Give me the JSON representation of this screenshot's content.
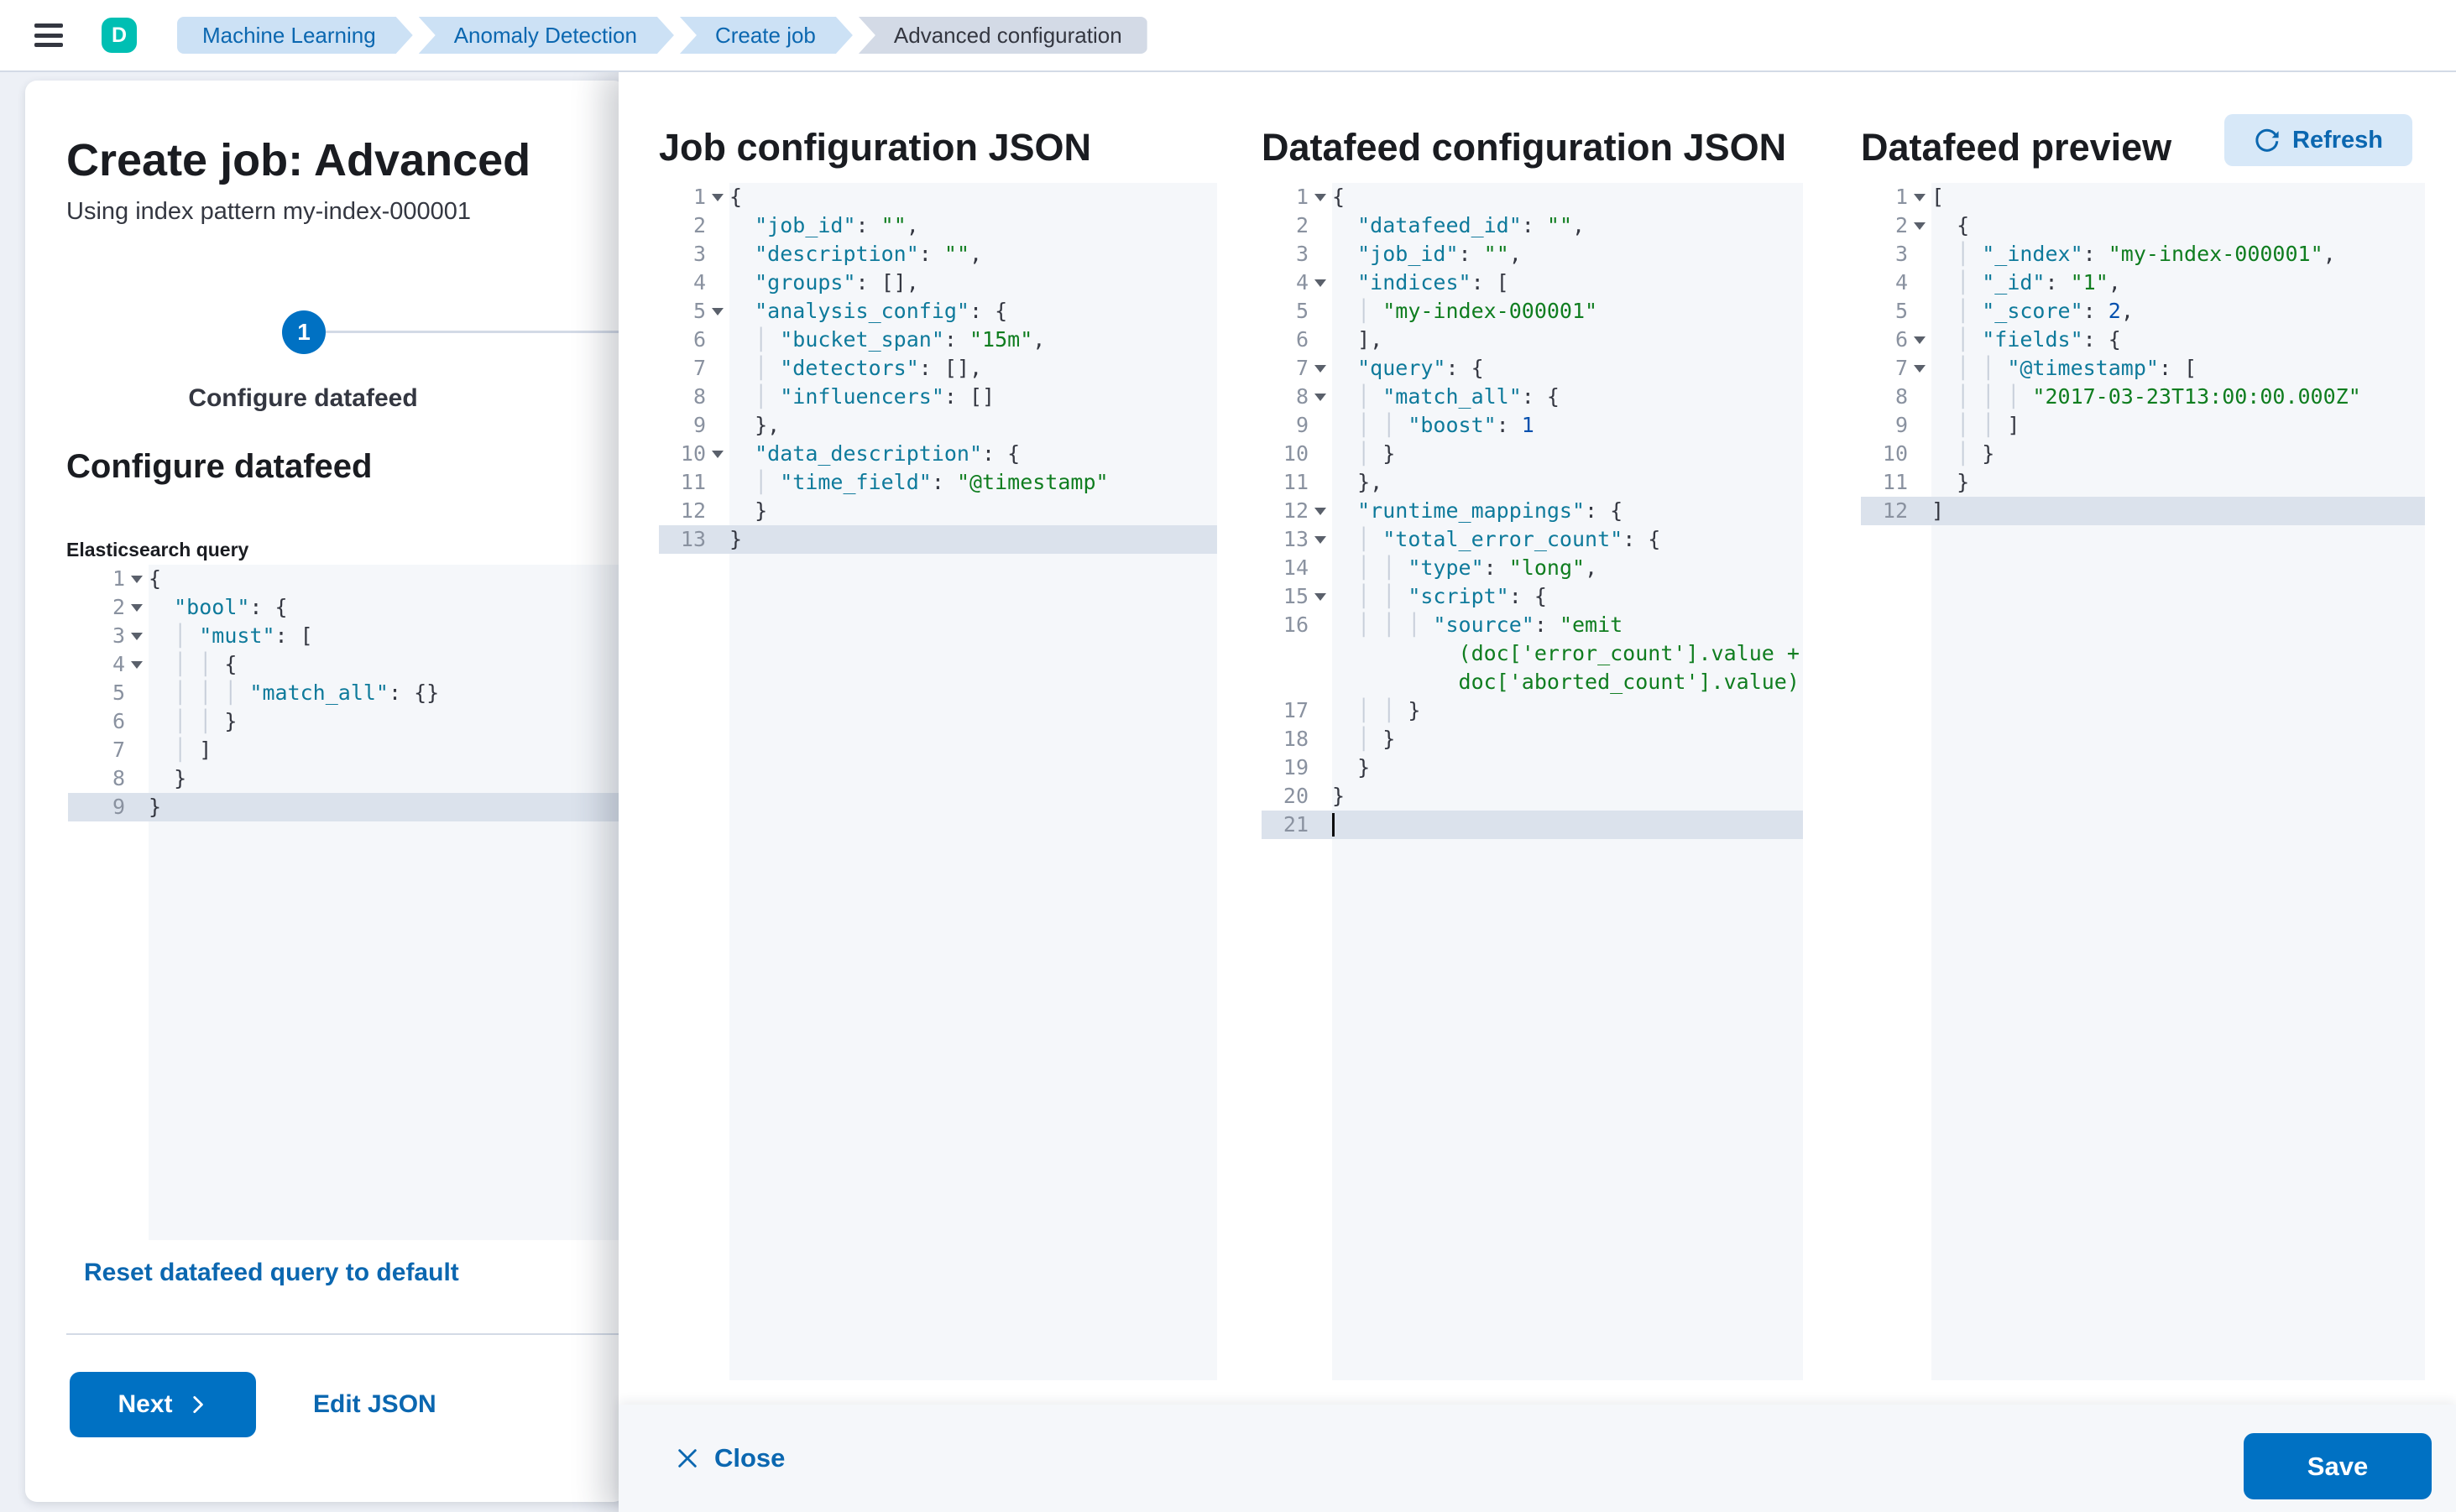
{
  "topbar": {
    "avatar_initial": "D",
    "breadcrumbs": [
      {
        "label": "Machine Learning"
      },
      {
        "label": "Anomaly Detection"
      },
      {
        "label": "Create job"
      },
      {
        "label": "Advanced configuration"
      }
    ]
  },
  "wizard": {
    "title": "Create job: Advanced",
    "subtitle": "Using index pattern my-index-000001",
    "step_number": "1",
    "step_label": "Configure datafeed",
    "section_heading": "Configure datafeed",
    "query_label": "Elasticsearch query",
    "reset_link": "Reset datafeed query to default",
    "next_button": "Next",
    "edit_json_link": "Edit JSON"
  },
  "flyout": {
    "columns": [
      {
        "heading": "Job configuration JSON"
      },
      {
        "heading": "Datafeed configuration JSON"
      },
      {
        "heading": "Datafeed preview",
        "refresh_button": "Refresh"
      }
    ],
    "close_button": "Close",
    "save_button": "Save"
  },
  "colors": {
    "primary": "#0071c3",
    "link": "#0b67b0",
    "avatar": "#00bfb3",
    "key": "#0e7a9b",
    "str": "#0f7d1f",
    "num": "#0550ae",
    "active": "#dbe2ec",
    "edbg": "#f5f7fa",
    "crumbbg": "#cce1f5",
    "crumblast": "#d3dae6"
  },
  "editors": {
    "es_query": {
      "label": "Elasticsearch query",
      "active_line": 9,
      "lines": [
        {
          "n": 1,
          "fold": true,
          "segs": [
            [
              "p",
              "{"
            ]
          ]
        },
        {
          "n": 2,
          "fold": true,
          "segs": [
            [
              "g",
              "  "
            ],
            [
              "k",
              "\"bool\""
            ],
            [
              "p",
              ": {"
            ]
          ]
        },
        {
          "n": 3,
          "fold": true,
          "segs": [
            [
              "g",
              "  │ "
            ],
            [
              "k",
              "\"must\""
            ],
            [
              "p",
              ": ["
            ]
          ]
        },
        {
          "n": 4,
          "fold": true,
          "segs": [
            [
              "g",
              "  │ │ "
            ],
            [
              "p",
              "{"
            ]
          ]
        },
        {
          "n": 5,
          "segs": [
            [
              "g",
              "  │ │ │ "
            ],
            [
              "k",
              "\"match_all\""
            ],
            [
              "p",
              ": {}"
            ]
          ]
        },
        {
          "n": 6,
          "segs": [
            [
              "g",
              "  │ │ "
            ],
            [
              "p",
              "}"
            ]
          ]
        },
        {
          "n": 7,
          "segs": [
            [
              "g",
              "  │ "
            ],
            [
              "p",
              "]"
            ]
          ]
        },
        {
          "n": 8,
          "segs": [
            [
              "g",
              "  "
            ],
            [
              "p",
              "}"
            ]
          ]
        },
        {
          "n": 9,
          "active": true,
          "segs": [
            [
              "p",
              "}"
            ]
          ]
        }
      ]
    },
    "job_config": {
      "label": "Job configuration JSON",
      "active_line": 13,
      "lines": [
        {
          "n": 1,
          "fold": true,
          "segs": [
            [
              "p",
              "{"
            ]
          ]
        },
        {
          "n": 2,
          "segs": [
            [
              "g",
              "  "
            ],
            [
              "k",
              "\"job_id\""
            ],
            [
              "p",
              ": "
            ],
            [
              "s",
              "\"\""
            ],
            [
              "p",
              ","
            ]
          ]
        },
        {
          "n": 3,
          "segs": [
            [
              "g",
              "  "
            ],
            [
              "k",
              "\"description\""
            ],
            [
              "p",
              ": "
            ],
            [
              "s",
              "\"\""
            ],
            [
              "p",
              ","
            ]
          ]
        },
        {
          "n": 4,
          "segs": [
            [
              "g",
              "  "
            ],
            [
              "k",
              "\"groups\""
            ],
            [
              "p",
              ": [],"
            ]
          ]
        },
        {
          "n": 5,
          "fold": true,
          "segs": [
            [
              "g",
              "  "
            ],
            [
              "k",
              "\"analysis_config\""
            ],
            [
              "p",
              ": {"
            ]
          ]
        },
        {
          "n": 6,
          "segs": [
            [
              "g",
              "  │ "
            ],
            [
              "k",
              "\"bucket_span\""
            ],
            [
              "p",
              ": "
            ],
            [
              "s",
              "\"15m\""
            ],
            [
              "p",
              ","
            ]
          ]
        },
        {
          "n": 7,
          "segs": [
            [
              "g",
              "  │ "
            ],
            [
              "k",
              "\"detectors\""
            ],
            [
              "p",
              ": [],"
            ]
          ]
        },
        {
          "n": 8,
          "segs": [
            [
              "g",
              "  │ "
            ],
            [
              "k",
              "\"influencers\""
            ],
            [
              "p",
              ": []"
            ]
          ]
        },
        {
          "n": 9,
          "segs": [
            [
              "g",
              "  "
            ],
            [
              "p",
              "},"
            ]
          ]
        },
        {
          "n": 10,
          "fold": true,
          "segs": [
            [
              "g",
              "  "
            ],
            [
              "k",
              "\"data_description\""
            ],
            [
              "p",
              ": {"
            ]
          ]
        },
        {
          "n": 11,
          "segs": [
            [
              "g",
              "  │ "
            ],
            [
              "k",
              "\"time_field\""
            ],
            [
              "p",
              ": "
            ],
            [
              "s",
              "\"@timestamp\""
            ]
          ]
        },
        {
          "n": 12,
          "segs": [
            [
              "g",
              "  "
            ],
            [
              "p",
              "}"
            ]
          ]
        },
        {
          "n": 13,
          "active": true,
          "segs": [
            [
              "p",
              "}"
            ]
          ]
        }
      ]
    },
    "datafeed_config": {
      "label": "Datafeed configuration JSON",
      "active_line": 21,
      "lines": [
        {
          "n": 1,
          "fold": true,
          "segs": [
            [
              "p",
              "{"
            ]
          ]
        },
        {
          "n": 2,
          "segs": [
            [
              "g",
              "  "
            ],
            [
              "k",
              "\"datafeed_id\""
            ],
            [
              "p",
              ": "
            ],
            [
              "s",
              "\"\""
            ],
            [
              "p",
              ","
            ]
          ]
        },
        {
          "n": 3,
          "segs": [
            [
              "g",
              "  "
            ],
            [
              "k",
              "\"job_id\""
            ],
            [
              "p",
              ": "
            ],
            [
              "s",
              "\"\""
            ],
            [
              "p",
              ","
            ]
          ]
        },
        {
          "n": 4,
          "fold": true,
          "segs": [
            [
              "g",
              "  "
            ],
            [
              "k",
              "\"indices\""
            ],
            [
              "p",
              ": ["
            ]
          ]
        },
        {
          "n": 5,
          "segs": [
            [
              "g",
              "  │ "
            ],
            [
              "s",
              "\"my-index-000001\""
            ]
          ]
        },
        {
          "n": 6,
          "segs": [
            [
              "g",
              "  "
            ],
            [
              "p",
              "],"
            ]
          ]
        },
        {
          "n": 7,
          "fold": true,
          "segs": [
            [
              "g",
              "  "
            ],
            [
              "k",
              "\"query\""
            ],
            [
              "p",
              ": {"
            ]
          ]
        },
        {
          "n": 8,
          "fold": true,
          "segs": [
            [
              "g",
              "  │ "
            ],
            [
              "k",
              "\"match_all\""
            ],
            [
              "p",
              ": {"
            ]
          ]
        },
        {
          "n": 9,
          "segs": [
            [
              "g",
              "  │ │ "
            ],
            [
              "k",
              "\"boost\""
            ],
            [
              "p",
              ": "
            ],
            [
              "n",
              "1"
            ]
          ]
        },
        {
          "n": 10,
          "segs": [
            [
              "g",
              "  │ "
            ],
            [
              "p",
              "}"
            ]
          ]
        },
        {
          "n": 11,
          "segs": [
            [
              "g",
              "  "
            ],
            [
              "p",
              "},"
            ]
          ]
        },
        {
          "n": 12,
          "fold": true,
          "segs": [
            [
              "g",
              "  "
            ],
            [
              "k",
              "\"runtime_mappings\""
            ],
            [
              "p",
              ": {"
            ]
          ]
        },
        {
          "n": 13,
          "fold": true,
          "segs": [
            [
              "g",
              "  │ "
            ],
            [
              "k",
              "\"total_error_count\""
            ],
            [
              "p",
              ": {"
            ]
          ]
        },
        {
          "n": 14,
          "segs": [
            [
              "g",
              "  │ │ "
            ],
            [
              "k",
              "\"type\""
            ],
            [
              "p",
              ": "
            ],
            [
              "s",
              "\"long\""
            ],
            [
              "p",
              ","
            ]
          ]
        },
        {
          "n": 15,
          "fold": true,
          "segs": [
            [
              "g",
              "  │ │ "
            ],
            [
              "k",
              "\"script\""
            ],
            [
              "p",
              ": {"
            ]
          ]
        },
        {
          "n": 16,
          "segs": [
            [
              "g",
              "  │ │ │ "
            ],
            [
              "k",
              "\"source\""
            ],
            [
              "p",
              ": "
            ],
            [
              "s",
              "\"emit"
            ]
          ],
          "wraps": [
            [
              [
                "g",
                "          "
              ],
              [
                "s",
                "(doc['error_count'].value +"
              ]
            ],
            [
              [
                "g",
                "          "
              ],
              [
                "s",
                "doc['aborted_count'].value)\""
              ]
            ]
          ]
        },
        {
          "n": 17,
          "segs": [
            [
              "g",
              "  │ │ "
            ],
            [
              "p",
              "}"
            ]
          ]
        },
        {
          "n": 18,
          "segs": [
            [
              "g",
              "  │ "
            ],
            [
              "p",
              "}"
            ]
          ]
        },
        {
          "n": 19,
          "segs": [
            [
              "g",
              "  "
            ],
            [
              "p",
              "}"
            ]
          ]
        },
        {
          "n": 20,
          "segs": [
            [
              "p",
              "}"
            ]
          ]
        },
        {
          "n": 21,
          "active": true,
          "cursor": true,
          "segs": []
        }
      ]
    },
    "datafeed_preview": {
      "label": "Datafeed preview",
      "active_line": 12,
      "lines": [
        {
          "n": 1,
          "fold": true,
          "segs": [
            [
              "p",
              "["
            ]
          ]
        },
        {
          "n": 2,
          "fold": true,
          "segs": [
            [
              "g",
              "  "
            ],
            [
              "p",
              "{"
            ]
          ]
        },
        {
          "n": 3,
          "segs": [
            [
              "g",
              "  │ "
            ],
            [
              "k",
              "\"_index\""
            ],
            [
              "p",
              ": "
            ],
            [
              "s",
              "\"my-index-000001\""
            ],
            [
              "p",
              ","
            ]
          ]
        },
        {
          "n": 4,
          "segs": [
            [
              "g",
              "  │ "
            ],
            [
              "k",
              "\"_id\""
            ],
            [
              "p",
              ": "
            ],
            [
              "s",
              "\"1\""
            ],
            [
              "p",
              ","
            ]
          ]
        },
        {
          "n": 5,
          "segs": [
            [
              "g",
              "  │ "
            ],
            [
              "k",
              "\"_score\""
            ],
            [
              "p",
              ": "
            ],
            [
              "n",
              "2"
            ],
            [
              "p",
              ","
            ]
          ]
        },
        {
          "n": 6,
          "fold": true,
          "segs": [
            [
              "g",
              "  │ "
            ],
            [
              "k",
              "\"fields\""
            ],
            [
              "p",
              ": {"
            ]
          ]
        },
        {
          "n": 7,
          "fold": true,
          "segs": [
            [
              "g",
              "  │ │ "
            ],
            [
              "k",
              "\"@timestamp\""
            ],
            [
              "p",
              ": ["
            ]
          ]
        },
        {
          "n": 8,
          "segs": [
            [
              "g",
              "  │ │ │ "
            ],
            [
              "s",
              "\"2017-03-23T13:00:00.000Z\""
            ]
          ]
        },
        {
          "n": 9,
          "segs": [
            [
              "g",
              "  │ │ "
            ],
            [
              "p",
              "]"
            ]
          ]
        },
        {
          "n": 10,
          "segs": [
            [
              "g",
              "  │ "
            ],
            [
              "p",
              "}"
            ]
          ]
        },
        {
          "n": 11,
          "segs": [
            [
              "g",
              "  "
            ],
            [
              "p",
              "}"
            ]
          ]
        },
        {
          "n": 12,
          "active": true,
          "segs": [
            [
              "p",
              "]"
            ]
          ]
        }
      ]
    }
  }
}
